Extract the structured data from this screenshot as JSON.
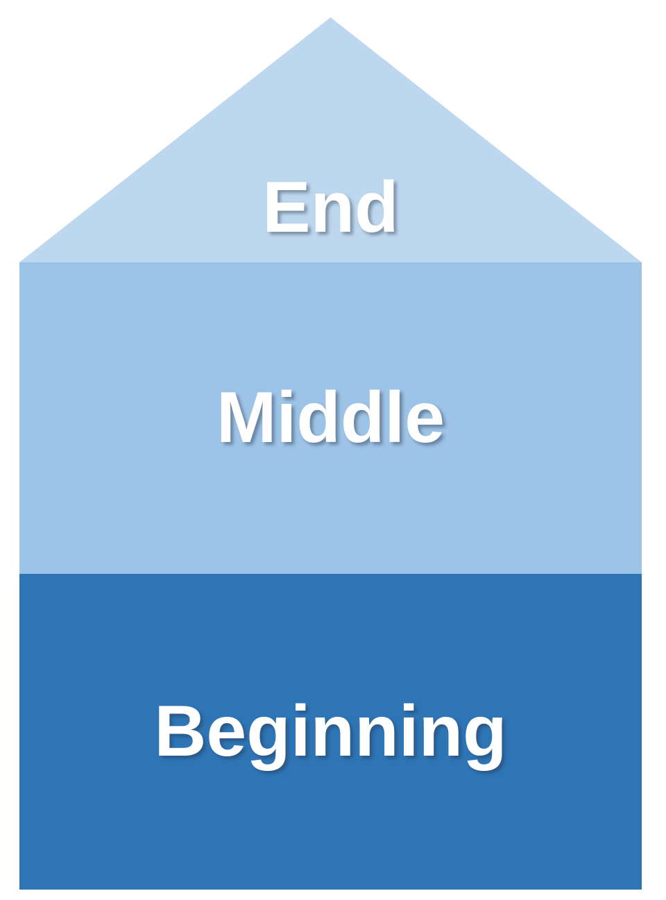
{
  "diagram": {
    "type": "stacked-house-pyramid",
    "background_color": "#FFFFFF",
    "text_color": "#FFFFFF",
    "sections": [
      {
        "id": "end",
        "label": "End",
        "shape": "triangle",
        "color": "#BDD7EE"
      },
      {
        "id": "middle",
        "label": "Middle",
        "shape": "rectangle",
        "color": "#9DC3E6"
      },
      {
        "id": "beginning",
        "label": "Beginning",
        "shape": "rectangle",
        "color": "#2E75B6"
      }
    ]
  }
}
